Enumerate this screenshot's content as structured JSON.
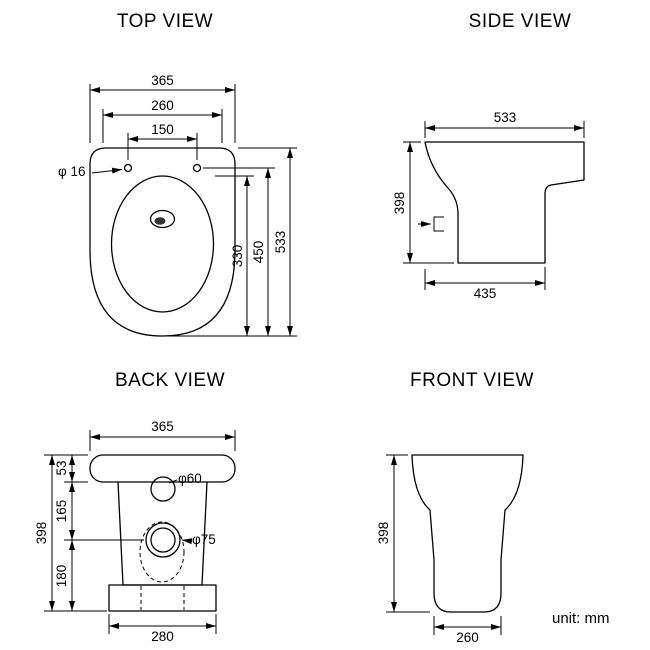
{
  "unit_label": "unit: mm",
  "titles": {
    "top": "TOP VIEW",
    "side": "SIDE VIEW",
    "back": "BACK VIEW",
    "front": "FRONT VIEW"
  },
  "top_view": {
    "overall_width": "365",
    "seat_width": "260",
    "hinge_hole_spacing": "150",
    "hinge_hole_diameter": "φ 16",
    "bowl_depth": "330",
    "seat_depth": "450",
    "overall_depth": "533"
  },
  "side_view": {
    "overall_depth": "533",
    "height": "398",
    "base_depth": "435"
  },
  "back_view": {
    "overall_width": "365",
    "rim_height": "53",
    "mid_height": "165",
    "outlet_height": "180",
    "height": "398",
    "inlet_hole_diameter": "φ60",
    "outlet_hole_diameter": "φ75",
    "base_width": "280"
  },
  "front_view": {
    "height": "398",
    "base_width": "260"
  }
}
